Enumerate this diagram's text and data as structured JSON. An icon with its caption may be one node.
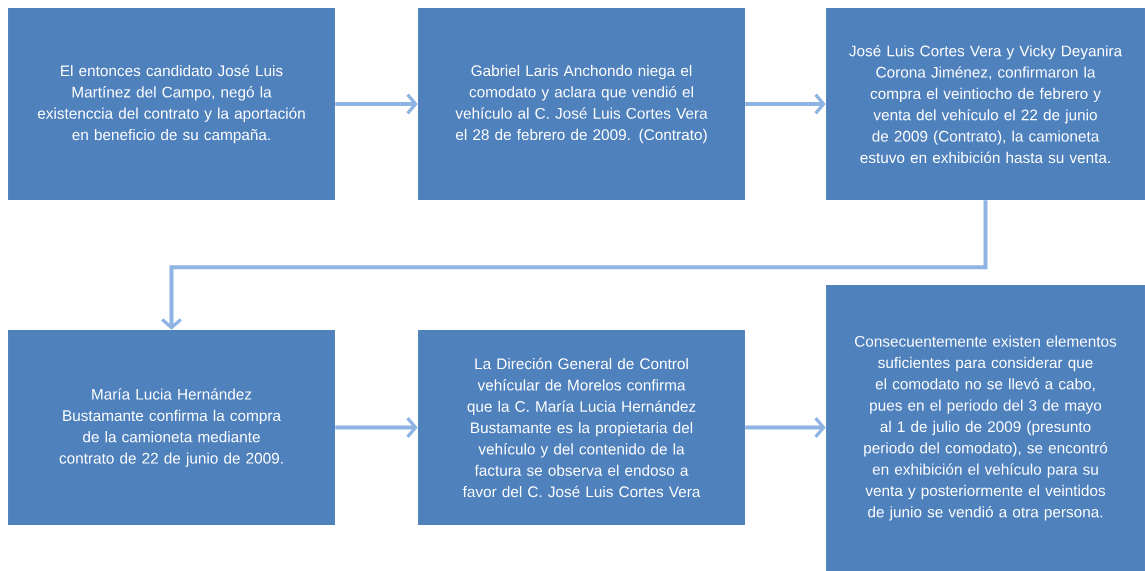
{
  "diagram": {
    "nodes": [
      {
        "text": [
          "El entonces candidato José Luis Martínez del Campo, negó la existenccia del contrato y la aportación en beneficio de su campaña."
        ]
      },
      {
        "text": [
          "Gabriel Laris Anchondo niega el comodato y aclara que vendió el vehículo al C. José Luis Cortes Vera el 28 de febrero de 2009. (Contrato)"
        ]
      },
      {
        "text": [
          "José Luis Cortes Vera y Vicky Deyanira Corona Jiménez, confirmaron la compra el veintiocho de febrero y venta del vehículo el 22 de junio de 2009 (Contrato), la camioneta estuvo en exhibición hasta su venta."
        ]
      },
      {
        "text": [
          "María Lucia Hernández Bustamante confirma la compra de la camioneta mediante contrato de 22 de junio de 2009."
        ]
      },
      {
        "text": [
          "La Direción General de Control vehícular de Morelos confirma que la C. María Lucia Hernández Bustamante es la propietaria del vehículo y del contenido de la factura se observa el endoso a favor del C. José Luis Cortes Vera"
        ]
      },
      {
        "text": [
          "Consecuentemente existen elementos suficientes para considerar que el comodato no se llevó a cabo, pues en el periodo del 3 de mayo al 1 de julio de 2009 (presunto periodo del comodato), se encontró en exhibición el vehículo para su venta y posteriormente el veintidos de junio se vendió a otra persona."
        ]
      }
    ],
    "edges": [
      {
        "from": 0,
        "to": 1,
        "arrow": "to"
      },
      {
        "from": 1,
        "to": 2,
        "arrow": "to"
      },
      {
        "from": 2,
        "to": 3,
        "arrow": "to"
      },
      {
        "from": 3,
        "to": 4,
        "arrow": "to"
      },
      {
        "from": 4,
        "to": 5,
        "arrow": "to"
      }
    ]
  }
}
